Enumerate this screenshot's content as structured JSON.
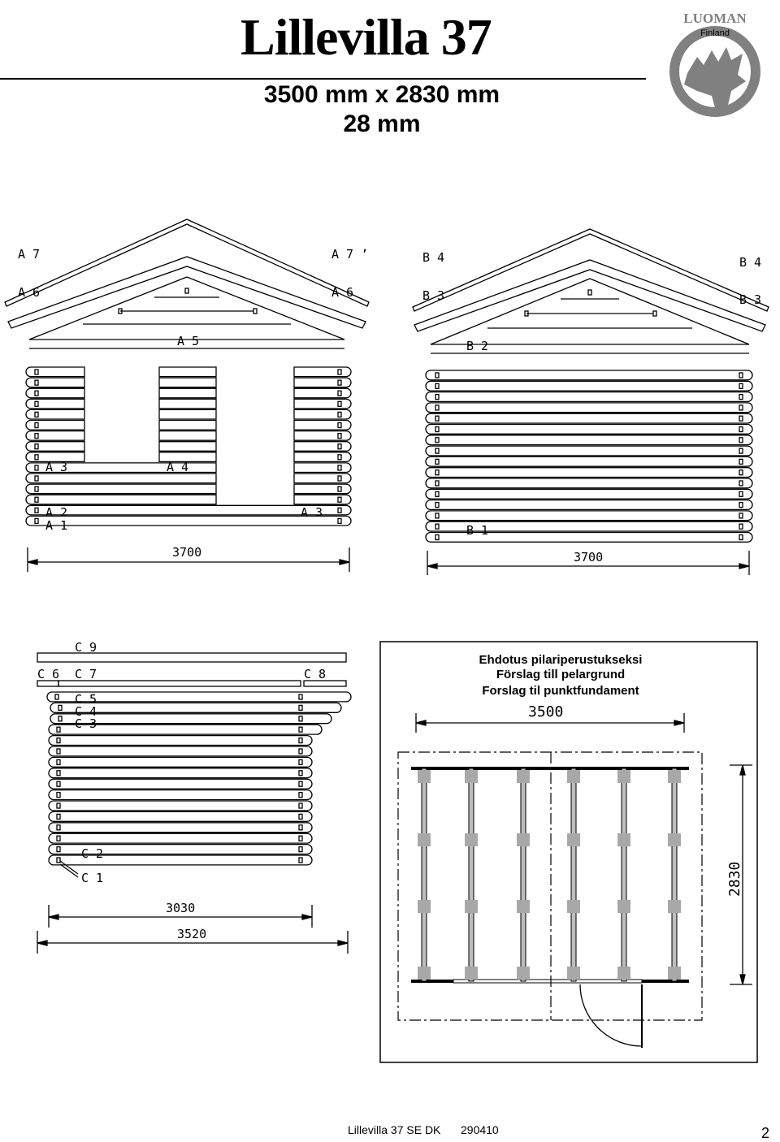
{
  "header": {
    "title": "Lillevilla 37",
    "dims": "3500 mm x 2830 mm",
    "thickness": "28 mm"
  },
  "logo": {
    "brand": "LUOMAN",
    "sub": "Finland",
    "color": "#808080"
  },
  "wall_a": {
    "labels": {
      "a7": "A 7",
      "a7b": "A 7 ʼ",
      "a6": "A 6",
      "a6b": "A 6",
      "a5": "A 5",
      "a3": "A 3",
      "a4": "A 4",
      "a2": "A 2",
      "a1": "A 1",
      "a3b": "A 3"
    },
    "width": "3700"
  },
  "wall_b": {
    "labels": {
      "b4": "B 4",
      "b4b": "B 4",
      "b3": "B 3",
      "b3b": "B 3",
      "b2": "B 2",
      "b1": "B 1"
    },
    "width": "3700"
  },
  "wall_c": {
    "labels": {
      "c9": "C 9",
      "c6": "C 6",
      "c7": "C 7",
      "c8": "C 8",
      "c5": "C 5",
      "c4": "C 4",
      "c3": "C 3",
      "c2": "C 2",
      "c1": "C 1"
    },
    "width_inner": "3030",
    "width_outer": "3520"
  },
  "foundation": {
    "title_fi": "Ehdotus pilariperustukseksi",
    "title_se": "Förslag till pelargrund",
    "title_dk": "Forslag til punktfundament",
    "width": "3500",
    "depth": "2830"
  },
  "footer": {
    "doc": "Lillevilla 37 SE DK",
    "date": "290410",
    "page": "2"
  }
}
